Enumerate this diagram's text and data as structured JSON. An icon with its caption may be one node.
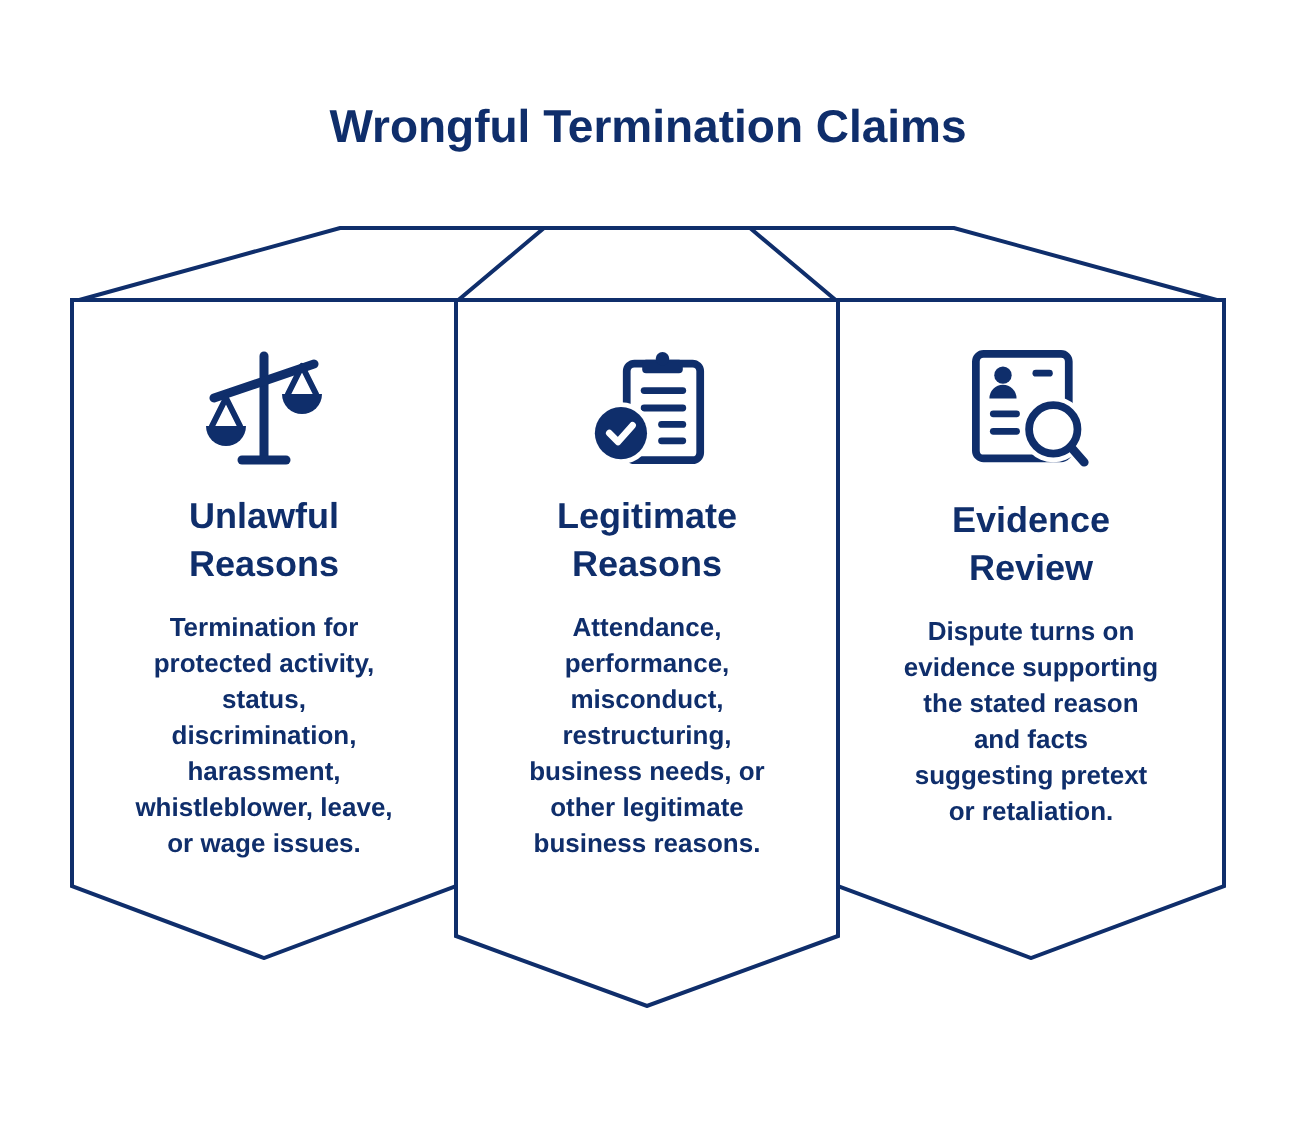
{
  "diagram": {
    "title": "Wrongful Termination Claims",
    "nodes": [
      {
        "text": [
          "Unlawful Reasons",
          "Termination for protected activity, status, discrimination, harassment, whistleblower, leave, or wage issues."
        ]
      },
      {
        "text": [
          "Legitimate Reasons",
          "Attendance, performance, misconduct, restructuring, business needs, or other legitimate business reasons."
        ]
      },
      {
        "text": [
          "Evidence Review",
          "Dispute turns on evidence supporting the stated reason and facts suggesting pretext or retaliation."
        ]
      }
    ]
  }
}
